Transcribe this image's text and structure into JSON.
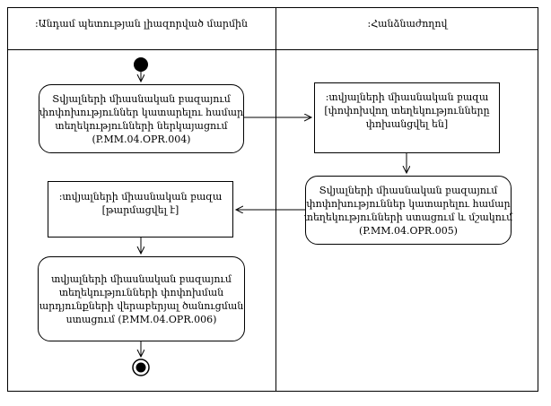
{
  "colors": {
    "stroke": "#000000",
    "background": "#ffffff"
  },
  "swimlanes": {
    "left_title": ":Անդամ պետության լիազորված մարմին",
    "right_title": ":Հանձնաժողով"
  },
  "nodes": {
    "action_opr004": {
      "lines": [
        "Տվյալների միասնական բազայում",
        "փոփոխություններ կատարելու համար",
        "տեղեկությունների ներկայացում",
        "(P.MM.04.OPR.004)"
      ]
    },
    "object_transferred": {
      "lines": [
        ":տվյալների միասնական բազա",
        "[փոփոխվող տեղեկությունները",
        "փոխանցվել են]"
      ]
    },
    "action_opr005": {
      "lines": [
        "Տվյալների միասնական բազայում",
        "փոփոխություններ կատարելու համար",
        "տեղեկությունների ստացում և մշակում",
        "(P.MM.04.OPR.005)"
      ]
    },
    "object_updated": {
      "lines": [
        ":տվյալների միասնական բազա",
        "[թարմացվել է]"
      ]
    },
    "action_opr006": {
      "lines": [
        "տվյալների միասնական բազայում",
        "տեղեկությունների փոփոխման",
        "արդյունքների վերաբերյալ ծանուցման",
        "ստացում (P.MM.04.OPR.006)"
      ]
    }
  }
}
